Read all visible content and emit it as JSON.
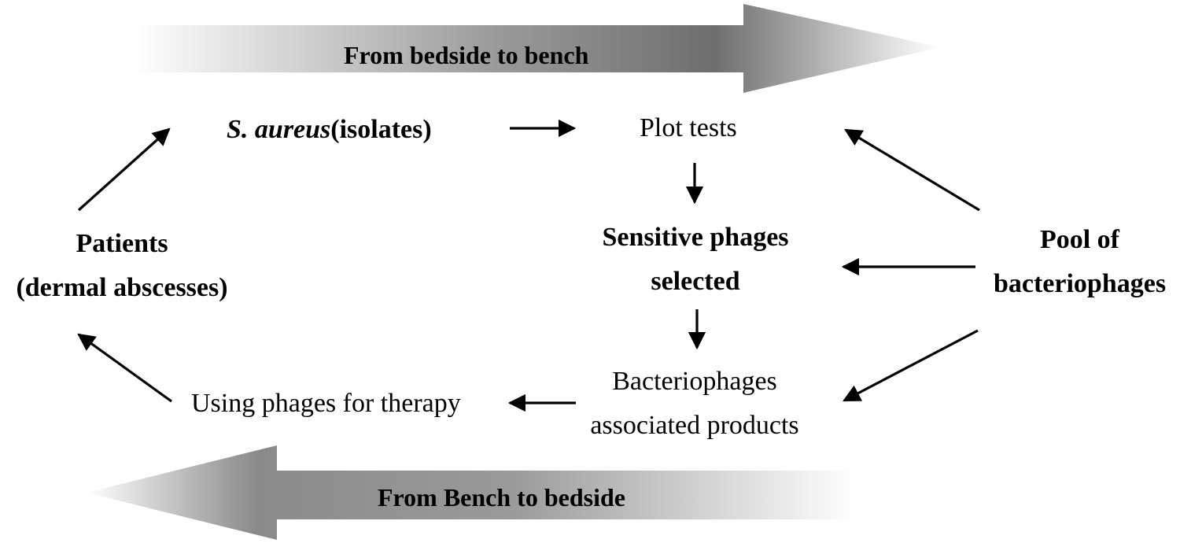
{
  "banners": {
    "top": "From bedside to bench",
    "bottom": "From Bench to bedside"
  },
  "nodes": {
    "isolates_species": "S. aureus",
    "isolates_suffix": "(isolates)",
    "plot_tests": "Plot tests",
    "sensitive_line1": "Sensitive phages",
    "sensitive_line2": "selected",
    "pool_line1": "Pool of",
    "pool_line2": "bacteriophages",
    "products_line1": "Bacteriophages",
    "products_line2": "associated products",
    "therapy": "Using phages for therapy",
    "patients_line1": "Patients",
    "patients_line2": "(dermal abscesses)"
  },
  "colors": {
    "banner_dark": "#6e6e6e",
    "banner_light": "#ffffff",
    "arrow": "#000000"
  }
}
